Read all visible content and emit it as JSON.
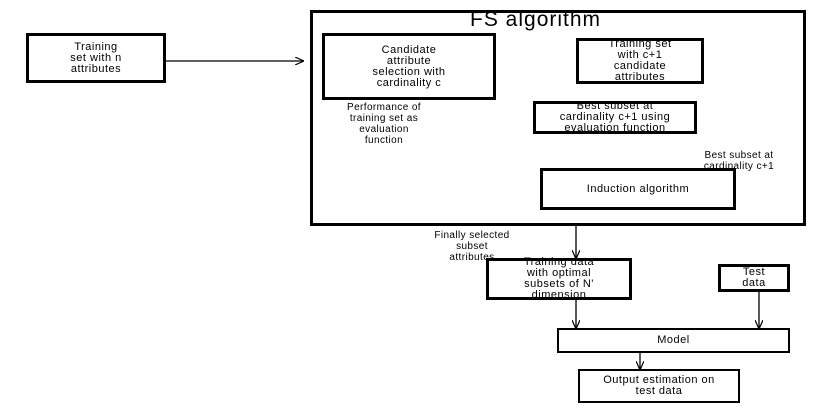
{
  "title": "FS algorithm",
  "nodes": {
    "training_set": "Training\nset with n\nattributes",
    "candidate_selection": "Candidate\nattribute\nselection with\ncardinality   c",
    "training_set_c1": "Training  set\nwith c+1\ncandidate\nattributes",
    "best_subset_eval": "Best subset at\ncardinality c+1  using\nevaluation function",
    "induction": "Induction algorithm",
    "training_data_optimal": "Training data\nwith  optimal\nsubsets of N'\ndimension",
    "test_data": "Test\ndata",
    "model": "Model",
    "output": "Output estimation  on\ntest data"
  },
  "annotations": {
    "performance": "Performance of\ntraining set  as\nevaluation\nfunction",
    "best_subset": "Best subset at\ncardinality c+1",
    "finally_selected": "Finally selected\nsubset\nattributes"
  }
}
